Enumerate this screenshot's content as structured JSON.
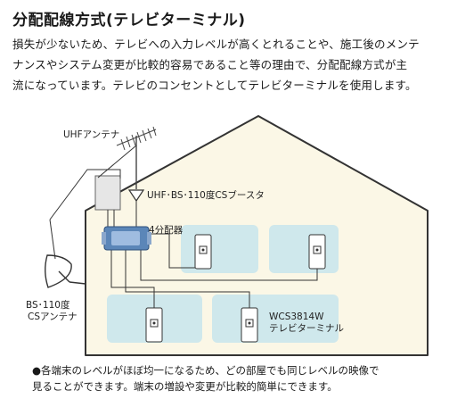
{
  "title": "分配配線方式(テレビターミナル)",
  "intro": {
    "line1": "損失が少ないため、テレビへの入力レベルが高くとれることや、施工後のメンテ",
    "line2": "ナンスやシステム変更が比較的容易であること等の理由で、分配配線方式が主",
    "line3": "流になっています。テレビのコンセントとしてテレビターミナルを使用します。"
  },
  "diagram": {
    "uhf_antenna": "UHFアンテナ",
    "booster": "UHF･BS･110度CSブースタ",
    "splitter": "4分配器",
    "bs_line1": "BS･110度",
    "bs_line2": "CSアンテナ",
    "terminal_model": "WCS3814W",
    "terminal_name": "テレビターミナル",
    "colors": {
      "house_fill": "#fbf7e6",
      "room_fill": "#cfe8ec",
      "outline": "#333333",
      "splitter": "#5b86b8"
    }
  },
  "note": {
    "line1": "●各端末のレベルがほぼ均一になるため、どの部屋でも同じレベルの映像で",
    "line2": "見ることができます。端末の増設や変更が比較的簡単にできます。"
  }
}
